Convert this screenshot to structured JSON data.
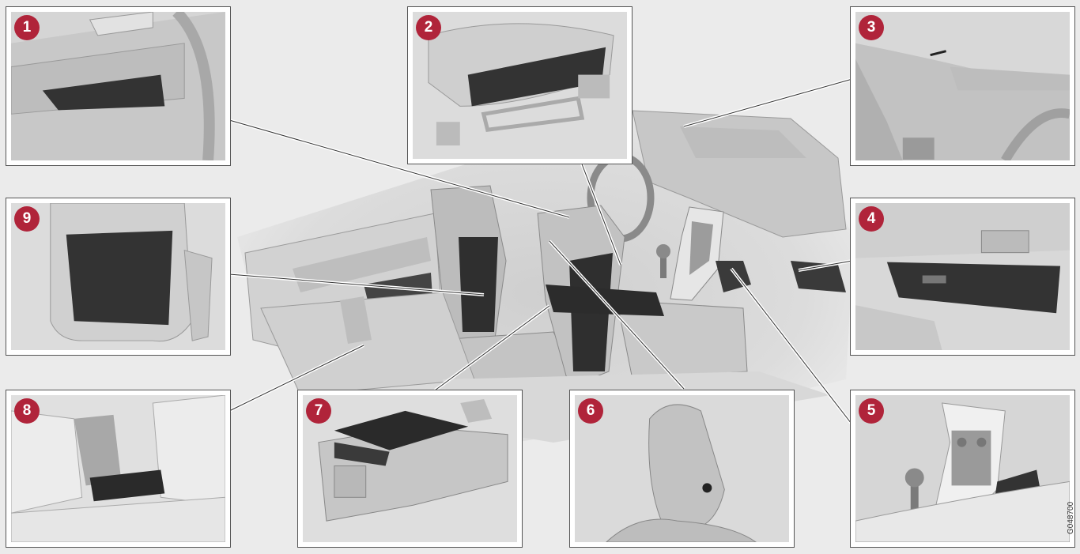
{
  "colors": {
    "background": "#ebebeb",
    "panel_fill": "#d9d9d9",
    "callout": "#b0243a",
    "storage_dark": "#333333",
    "line": "#555555"
  },
  "callouts": [
    {
      "id": "1",
      "label": "1",
      "icon": "door-pocket"
    },
    {
      "id": "2",
      "label": "2",
      "icon": "seat-front-pocket"
    },
    {
      "id": "3",
      "label": "3",
      "icon": "dashboard-ticket-holder"
    },
    {
      "id": "4",
      "label": "4",
      "icon": "glovebox"
    },
    {
      "id": "5",
      "label": "5",
      "icon": "center-console-compartment"
    },
    {
      "id": "6",
      "label": "6",
      "icon": "headrest-clothes-hanger"
    },
    {
      "id": "7",
      "label": "7",
      "icon": "tunnel-console-armrest"
    },
    {
      "id": "8",
      "label": "8",
      "icon": "rear-armrest"
    },
    {
      "id": "9",
      "label": "9",
      "icon": "seatback-pocket"
    }
  ],
  "reference_code": "G048700"
}
